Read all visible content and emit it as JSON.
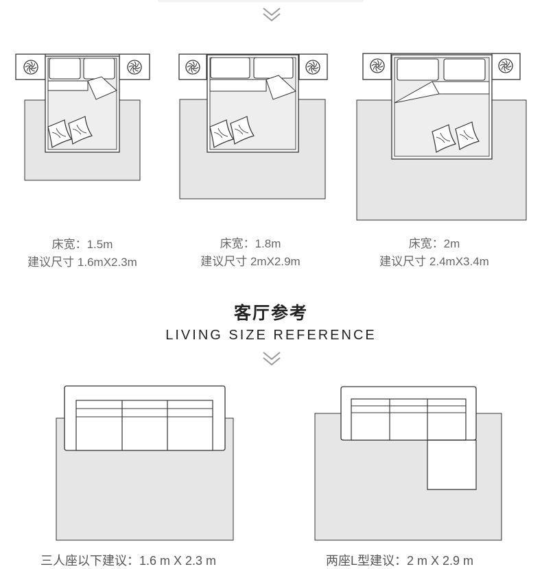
{
  "bedroom": {
    "items": [
      {
        "bed_width": "床宽：1.5m",
        "suggest": "建议尺寸 1.6mX2.3m"
      },
      {
        "bed_width": "床宽：1.8m",
        "suggest": "建议尺寸 2mX2.9m"
      },
      {
        "bed_width": "床宽：2m",
        "suggest": "建议尺寸 2.4mX3.4m"
      }
    ]
  },
  "living": {
    "title": "客厅参考",
    "subtitle": "LIVING SIZE REFERENCE",
    "items": [
      {
        "caption": "三人座以下建议：1.6 m X 2.3 m"
      },
      {
        "caption": "两座L型建议：2 m X 2.9 m"
      }
    ]
  },
  "colors": {
    "rug": "#e6e6e6",
    "line": "#333333",
    "chevron": "#9a9a9a"
  },
  "icons": [
    "chevron-down-icon",
    "bed-icon",
    "nightstand-fan-icon",
    "pillow-icon",
    "sofa-icon",
    "rug-icon"
  ]
}
